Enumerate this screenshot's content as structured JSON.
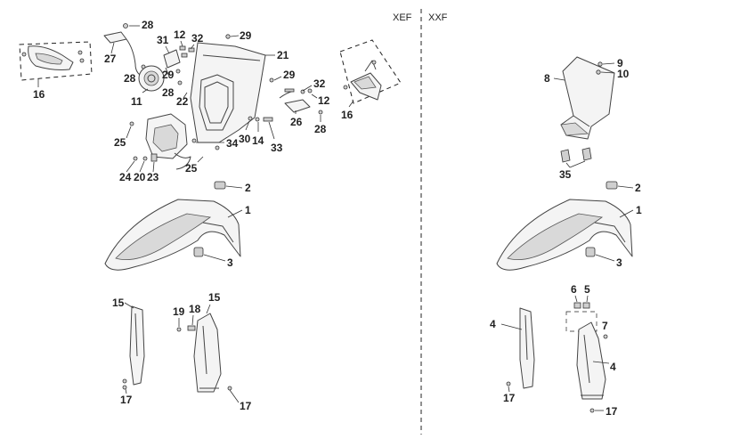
{
  "variants": {
    "left": "XEF",
    "right": "XXF"
  },
  "callouts": {
    "c28a": "28",
    "c27": "27",
    "c31": "31",
    "c12a": "12",
    "c32a": "32",
    "c29a": "29",
    "c21": "21",
    "c28b": "28",
    "c29b": "29",
    "c11": "11",
    "c29c": "29",
    "c28c": "28",
    "c22": "22",
    "c16a": "16",
    "c32b": "32",
    "c12b": "12",
    "c26": "26",
    "c28d": "28",
    "c16b": "16",
    "c25a": "25",
    "c30": "30",
    "c14": "14",
    "c33": "33",
    "c34": "34",
    "c25b": "25",
    "c24": "24",
    "c20": "20",
    "c23": "23",
    "c2a": "2",
    "c1a": "1",
    "c3a": "3",
    "c15a": "15",
    "c15b": "15",
    "c18": "18",
    "c19": "19",
    "c17a": "17",
    "c17b": "17",
    "c9": "9",
    "c10": "10",
    "c8": "8",
    "c35": "35",
    "c2b": "2",
    "c1b": "1",
    "c3b": "3",
    "c6": "6",
    "c5": "5",
    "c4a": "4",
    "c7": "7",
    "c4b": "4",
    "c17c": "17",
    "c17d": "17"
  }
}
